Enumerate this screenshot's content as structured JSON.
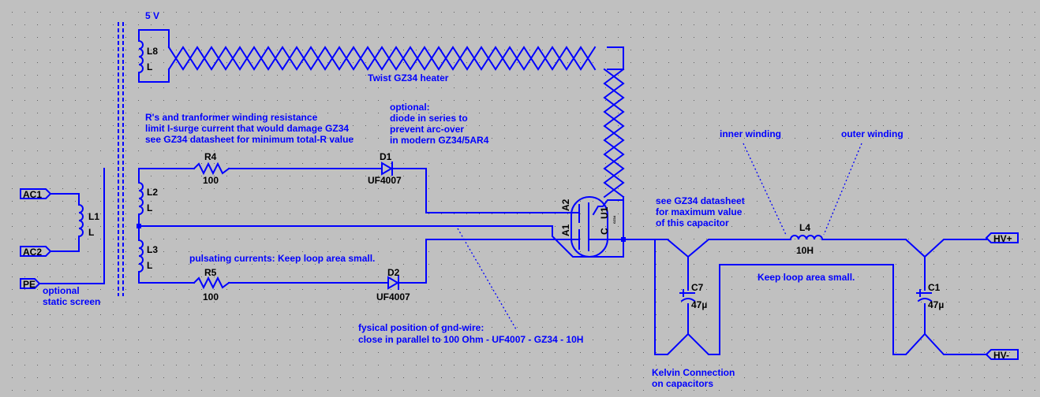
{
  "colors": {
    "background": "#c0c0c0",
    "wire": "#0000ff",
    "symbol_text": "#000000",
    "grid_dot": "#606060"
  },
  "notes": {
    "heater_supply": "5 V",
    "twist": "Twist GZ34 heater",
    "r_note_1": "R's and tranformer winding resistance",
    "r_note_2": "limit I-surge current that would damage GZ34",
    "r_note_3": "see GZ34 datasheet for minimum total-R value",
    "diode_note_1": "optional:",
    "diode_note_2": "diode in series to",
    "diode_note_3": "prevent arc-over",
    "diode_note_4": "in modern GZ34/5AR4",
    "inner_winding": "inner winding",
    "outer_winding": "outer winding",
    "cap_note_1": "see GZ34 datasheet",
    "cap_note_2": "for maximum value",
    "cap_note_3": "of this capacitor",
    "pulsating": "pulsating currents: Keep loop area small.",
    "keep_loop": "Keep loop area small.",
    "gnd_note_1": "fysical position of gnd-wire:",
    "gnd_note_2": "close in parallel to 100 Ohm - UF4007 - GZ34 - 10H",
    "kelvin_1": "Kelvin Connection",
    "kelvin_2": "on capacitors",
    "screen_1": "optional",
    "screen_2": "static screen"
  },
  "ports": {
    "ac1": "AC1",
    "ac2": "AC2",
    "pe": "PE",
    "hv_plus": "HV+",
    "hv_minus": "HV-"
  },
  "components": {
    "L1": {
      "ref": "L1",
      "value": "L"
    },
    "L2": {
      "ref": "L2",
      "value": "L"
    },
    "L3": {
      "ref": "L3",
      "value": "L"
    },
    "L8": {
      "ref": "L8",
      "value": "L"
    },
    "L4": {
      "ref": "L4",
      "value": "10H"
    },
    "R4": {
      "ref": "R4",
      "value": "100"
    },
    "R5": {
      "ref": "R5",
      "value": "100"
    },
    "D1": {
      "ref": "D1",
      "value": "UF4007"
    },
    "D2": {
      "ref": "D2",
      "value": "UF4007"
    },
    "C7": {
      "ref": "C7",
      "value": "47µ"
    },
    "C1": {
      "ref": "C1",
      "value": "47µ"
    },
    "U1": {
      "ref": "U1",
      "pin_a2": "A2",
      "pin_a1": "A1",
      "pin_c": "C",
      "sub": "GZ34"
    }
  }
}
